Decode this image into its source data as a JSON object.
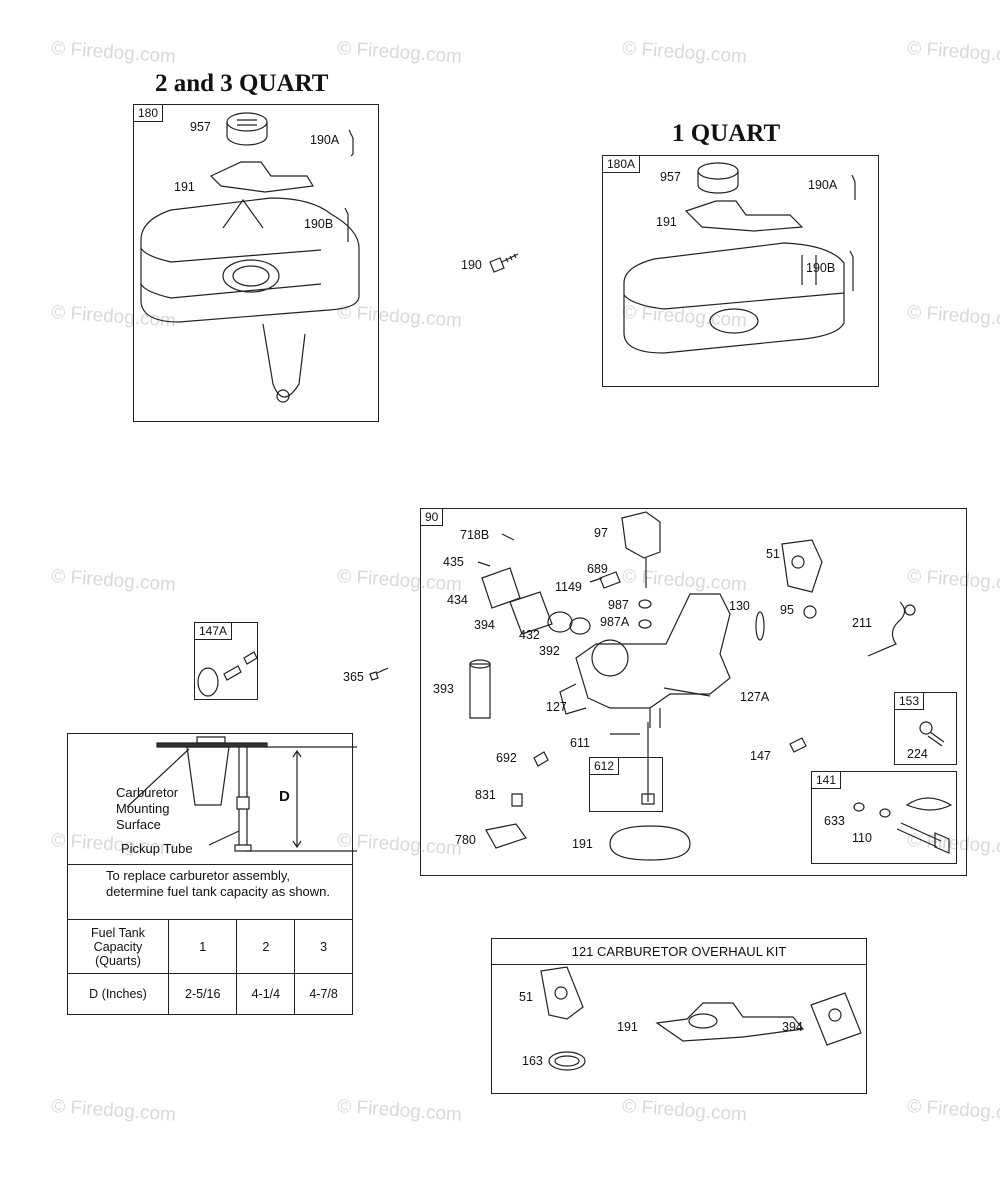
{
  "watermark": "© Firedog.com",
  "sections": {
    "tank_2_3": {
      "title": "2 and 3 QUART",
      "tag": "180",
      "parts": [
        "957",
        "190A",
        "191",
        "190B"
      ]
    },
    "tank_1": {
      "title": "1 QUART",
      "tag": "180A",
      "parts": [
        "957",
        "190A",
        "191",
        "190B"
      ]
    },
    "loose_190": "190",
    "kit_147A": {
      "tag": "147A"
    },
    "loose_365": "365",
    "carburetor": {
      "tag": "90",
      "parts": {
        "p718B": "718B",
        "p97": "97",
        "p51": "51",
        "p435": "435",
        "p689": "689",
        "p1149": "1149",
        "p434": "434",
        "p987": "987",
        "p987A": "987A",
        "p130": "130",
        "p95": "95",
        "p211": "211",
        "p394": "394",
        "p432": "432",
        "p392": "392",
        "p393": "393",
        "p127": "127",
        "p127A": "127A",
        "p611": "611",
        "p692": "692",
        "p147": "147",
        "p831": "831",
        "p780": "780",
        "p191": "191"
      },
      "sub153": {
        "tag": "153",
        "part": "224"
      },
      "sub612": {
        "tag": "612"
      },
      "sub141": {
        "tag": "141",
        "parts": [
          "633",
          "110"
        ]
      }
    },
    "overhaul_kit": {
      "title": "121 CARBURETOR OVERHAUL KIT",
      "parts": [
        "51",
        "191",
        "394",
        "163"
      ]
    }
  },
  "measure_diagram": {
    "labels": {
      "carb_line1": "Carburetor",
      "carb_line2": "Mounting",
      "carb_line3": "Surface",
      "pickup": "Pickup Tube",
      "dimension": "D"
    },
    "note": "To replace carburetor assembly, determine fuel tank capacity as shown.",
    "table": {
      "row1_header": "Fuel Tank Capacity (Quarts)",
      "row2_header": "D (Inches)",
      "capacities": [
        "1",
        "2",
        "3"
      ],
      "d_values": [
        "2-5/16",
        "4-1/4",
        "4-7/8"
      ]
    }
  }
}
